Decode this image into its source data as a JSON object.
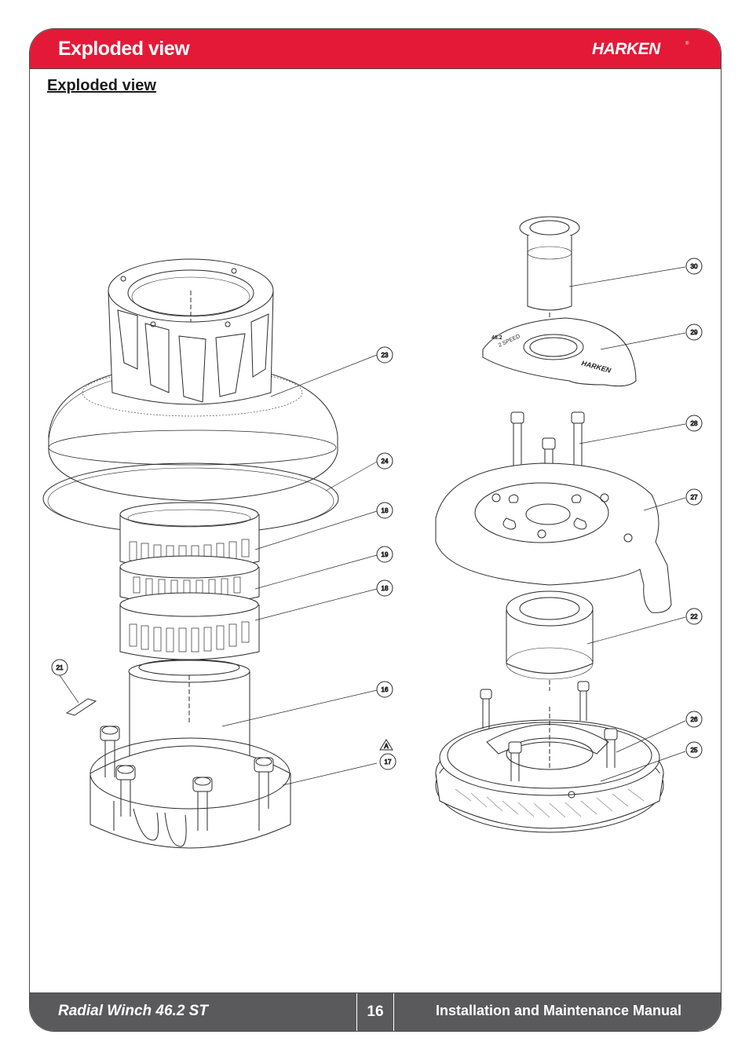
{
  "header": {
    "title": "Exploded view",
    "brand": "HARKEN",
    "brand_color": "#e41937"
  },
  "section_heading": "Exploded view",
  "callouts": {
    "c30": "30",
    "c29": "29",
    "c28": "28",
    "c27": "27",
    "c22": "22",
    "c26": "26",
    "c25": "25",
    "c23": "23",
    "c24": "24",
    "c18a": "18",
    "c19": "19",
    "c18b": "18",
    "c21": "21",
    "c16": "16",
    "cA": "A",
    "c17": "17"
  },
  "plate_text": {
    "speed": "2 SPEED",
    "brand": "HARKEN",
    "model": "46.2"
  },
  "footer": {
    "product": "Radial Winch 46.2 ST",
    "page_number": "16",
    "manual_title": "Installation and Maintenance Manual",
    "bar_color": "#5a5a5c"
  }
}
